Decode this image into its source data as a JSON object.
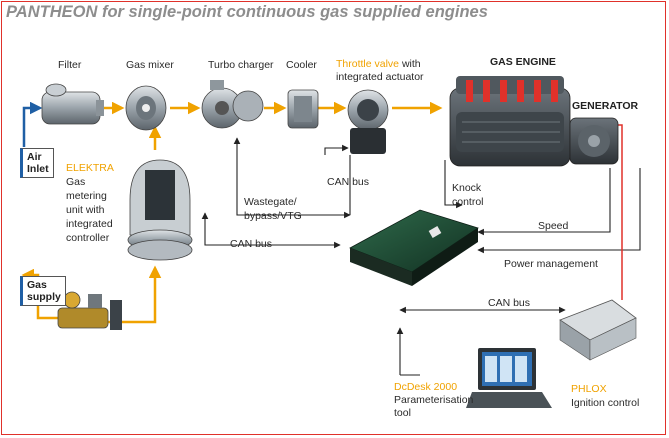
{
  "title": "PANTHEON for single-point continuous gas supplied engines",
  "components": {
    "filter": "Filter",
    "gas_mixer": "Gas mixer",
    "turbo_charger": "Turbo charger",
    "cooler": "Cooler",
    "throttle_valve": "Throttle valve",
    "throttle_valve_suffix": " with",
    "throttle_valve_line2": "integrated actuator",
    "gas_engine": "GAS ENGINE",
    "generator": "GENERATOR"
  },
  "inputs": {
    "air_inlet_line1": "Air",
    "air_inlet_line2": "Inlet",
    "gas_supply_line1": "Gas",
    "gas_supply_line2": "supply"
  },
  "elektra": {
    "name": "ELEKTRA",
    "desc": [
      "Gas",
      "metering",
      "unit with",
      "integrated",
      "controller"
    ]
  },
  "signals": {
    "can_bus_throttle": "CAN bus",
    "knock_control": [
      "Knock",
      "control"
    ],
    "wastegate": [
      "Wastegate/",
      "bypass/VTG"
    ],
    "can_bus_elektra": "CAN bus",
    "speed": "Speed",
    "power_management": "Power management",
    "can_bus_phlox": "CAN bus"
  },
  "dcdesk": {
    "name": "DcDesk 2000",
    "desc": [
      "Parameterisation",
      "tool"
    ]
  },
  "phlox": {
    "name": "PHLOX",
    "desc": "Ignition control"
  },
  "colors": {
    "orange_flow": "#f0a200",
    "red_wire": "#e0312a",
    "frame": "#e0312a",
    "blue_air": "#1f5fa5",
    "label_orange": "#f0a200"
  }
}
